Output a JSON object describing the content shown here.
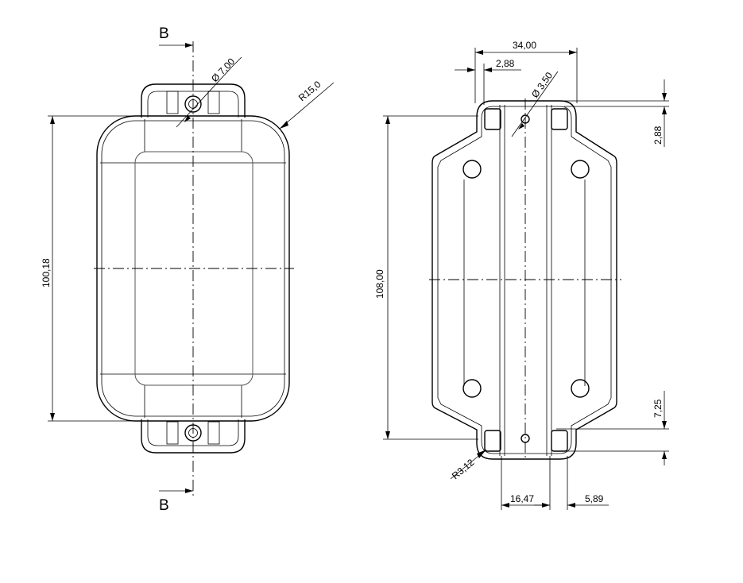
{
  "section_labels": {
    "top": "B",
    "bottom": "B"
  },
  "left_view": {
    "diameter": "Ø 7,00",
    "radius": "R15,0",
    "height": "100,18"
  },
  "right_view": {
    "width": "34,00",
    "offset_top": "2,88",
    "diameter": "Ø 3,50",
    "height": "108,00",
    "right_top": "2,88",
    "right_bottom": "7,25",
    "radius": "R3,12",
    "bottom_center": "16,47",
    "bottom_right": "5,89"
  }
}
